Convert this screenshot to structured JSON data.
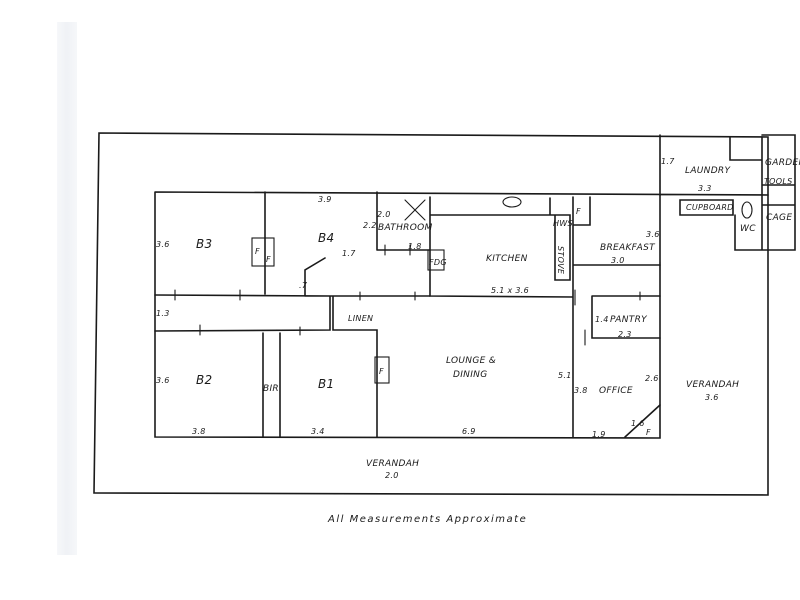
{
  "caption": "All Measurements Approximate",
  "rooms": {
    "b3": "B3",
    "b4": "B4",
    "bathroom": "BATHROOM",
    "kitchen": "KITCHEN",
    "breakfast": "BREAKFAST",
    "laundry": "LAUNDRY",
    "garden": "GARDEN",
    "tools": "TOOLS",
    "cupboard": "CUPBOARD",
    "wc": "WC",
    "cage": "CAGE",
    "hws": "HWS",
    "stove": "STOVE",
    "fdg": "FDG",
    "linen": "LINEN",
    "pantry": "PANTRY",
    "b2": "B2",
    "bir": "BIR",
    "b1": "B1",
    "lounge": "LOUNGE &",
    "dining": "DINING",
    "office": "OFFICE",
    "verandah_right": "VERANDAH",
    "verandah_bottom": "VERANDAH"
  },
  "marks": {
    "f": "F"
  },
  "dims": {
    "b3_h": "3.6",
    "b4_w": "3.9",
    "bath_w": "2.0",
    "bath_h": "2.2",
    "b4_hall": "1.7",
    "b4_door": ".7",
    "bath_door": "1.8",
    "hall_w": "1.3",
    "b2_h": "3.6",
    "b2_w": "3.8",
    "b1_w": "3.4",
    "lounge_w": "6.9",
    "kitchen": "5.1 x 3.6",
    "lounge_h": "5.1",
    "breakfast_h": "3.6",
    "breakfast_w": "3.0",
    "laundry_h": "1.7",
    "laundry_w": "3.3",
    "pantry_h": "1.4",
    "pantry_w": "2.3",
    "office_h": "3.8",
    "office_w": "2.6",
    "office_b": "1.9",
    "office_c": "1.6",
    "verandah_right": "3.6",
    "verandah_bottom": "2.0"
  }
}
